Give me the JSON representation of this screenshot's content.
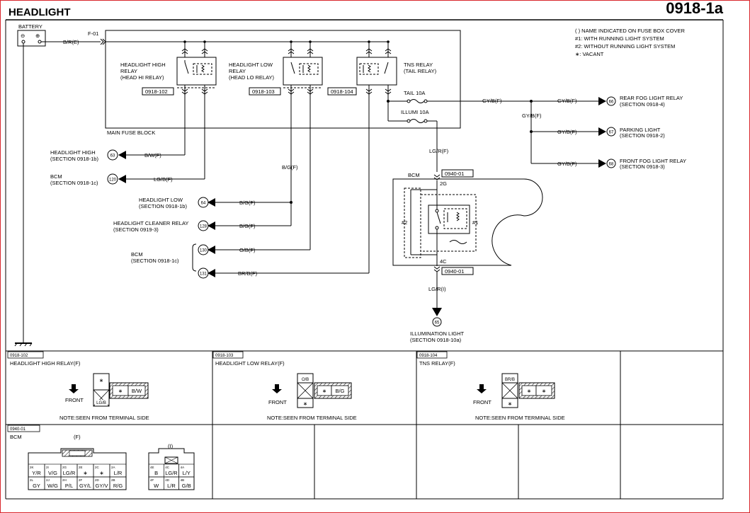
{
  "header": {
    "title": "HEADLIGHT",
    "page_code": "0918-1a"
  },
  "legend": [
    "( ) NAME INDICATED ON FUSE BOX COVER",
    "#1: WITH RUNNING LIGHT SYSTEM",
    "#2: WITHOUT RUNNING LIGHT SYSTEM",
    "∗: VACANT"
  ],
  "battery": {
    "label": "BATTERY",
    "neg": "⊖",
    "pos": "⊕",
    "wire": "B/R(E)",
    "connector": "F-01"
  },
  "fuse_block": {
    "label": "MAIN FUSE BLOCK"
  },
  "relays": [
    {
      "name1": "HEADLIGHT HIGH",
      "name2": "RELAY",
      "name3": "(HEAD HI RELAY)",
      "code": "0918-102"
    },
    {
      "name1": "HEADLIGHT LOW",
      "name2": "RELAY",
      "name3": "(HEAD LO RELAY)",
      "code": "0918-103"
    },
    {
      "name1": "TNS RELAY",
      "name2": "(TAIL RELAY)",
      "name3": "",
      "code": "0918-104"
    }
  ],
  "fuses": {
    "tail": "TAIL 10A",
    "illumi": "ILLUMI 10A"
  },
  "left_outputs": [
    {
      "name": "HEADLIGHT HIGH",
      "section": "(SECTION 0918-1b)",
      "num": "63",
      "wire": "B/W(F)"
    },
    {
      "name": "BCM",
      "section": "(SECTION 0918-1c)",
      "num": "120",
      "wire": "LG/B(F)"
    },
    {
      "name": "HEADLIGHT LOW",
      "section": "(SECTION 0918-1b)",
      "num": "64",
      "wire": "B/G(F)"
    },
    {
      "name": "HEADLIGHT CLEANER RELAY",
      "section": "(SECTION 0919-3)",
      "num": "128",
      "wire": "B/G(F)"
    },
    {
      "name": "BCM",
      "section": "(SECTION 0918-1c)",
      "num": "130",
      "wire": "O/B(F)"
    },
    {
      "name": "",
      "section": "",
      "num": "131",
      "wire": "BR/B(F)"
    }
  ],
  "bg_vertical": "B/G(F)",
  "right_outputs": [
    {
      "name": "REAR FOG LIGHT RELAY",
      "section": "(SECTION 0918-4)",
      "num": "66",
      "wire": "GY/B(F)"
    },
    {
      "name": "PARKING LIGHT",
      "section": "(SECTION 0918-2)",
      "num": "67",
      "wire": "GY/B(F)"
    },
    {
      "name": "FRONT FOG LIGHT RELAY",
      "section": "(SECTION 0918-3)",
      "num": "68",
      "wire": "GY/B(F)"
    }
  ],
  "tail_wire": "GY/B(F)",
  "tail_wire2": "GY/B(F)",
  "bcm": {
    "label": "BCM",
    "conn_top": "0940-01",
    "conn_bottom": "0940-01",
    "pin_top": "2G",
    "pin_bottom": "4C",
    "hash1": "#1",
    "hash2": "#2",
    "wire_in": "LG/R(F)",
    "wire_out": "LG/R(I)"
  },
  "illumination": {
    "num": "65",
    "name": "ILLUMINATION LIGHT",
    "section": "(SECTION 0918-10a)"
  },
  "connectors": [
    {
      "code": "0918-102",
      "title": "HEADLIGHT HIGH RELAY(F)",
      "front": "FRONT",
      "note": "NOTE:SEEN FROM TERMINAL SIDE",
      "c_top": "∗",
      "c_bot": "LG/B",
      "p1": "∗",
      "p2": "B/W"
    },
    {
      "code": "0918-103",
      "title": "HEADLIGHT LOW RELAY(F)",
      "front": "FRONT",
      "note": "NOTE:SEEN FROM TERMINAL SIDE",
      "c_top": "O/B",
      "c_bot": "∗",
      "p1": "∗",
      "p2": "B/G"
    },
    {
      "code": "0918-104",
      "title": "TNS RELAY(F)",
      "front": "FRONT",
      "note": "NOTE:SEEN FROM TERMINAL SIDE",
      "c_top": "BR/B",
      "c_bot": "∗",
      "p1": "∗",
      "p2": "∗"
    }
  ],
  "bcm_conn": {
    "code": "0940-01",
    "title": "BCM",
    "f_label": "(F)",
    "i_label": "(I)",
    "f_pins": [
      {
        "id": "2K",
        "w": "Y/R"
      },
      {
        "id": "2I",
        "w": "V/G"
      },
      {
        "id": "2G",
        "w": "LG/R"
      },
      {
        "id": "2E",
        "w": "∗"
      },
      {
        "id": "2C",
        "w": "∗"
      },
      {
        "id": "2A",
        "w": "L/R"
      },
      {
        "id": "2L",
        "w": "GY"
      },
      {
        "id": "2J",
        "w": "W/G"
      },
      {
        "id": "2H",
        "w": "P/L"
      },
      {
        "id": "2F",
        "w": "GY/L"
      },
      {
        "id": "2D",
        "w": "GY/V"
      },
      {
        "id": "2B",
        "w": "R/G"
      }
    ],
    "i_pins": [
      {
        "id": "4E",
        "w": "B"
      },
      {
        "id": "4C",
        "w": "LG/R"
      },
      {
        "id": "4A",
        "w": "L/Y"
      },
      {
        "id": "4F",
        "w": "W"
      },
      {
        "id": "4D",
        "w": "L/R"
      },
      {
        "id": "4B",
        "w": "G/B"
      }
    ]
  },
  "colors": {
    "border_red": "#d9262c",
    "line": "#000000",
    "dark_gray": "#444444"
  }
}
